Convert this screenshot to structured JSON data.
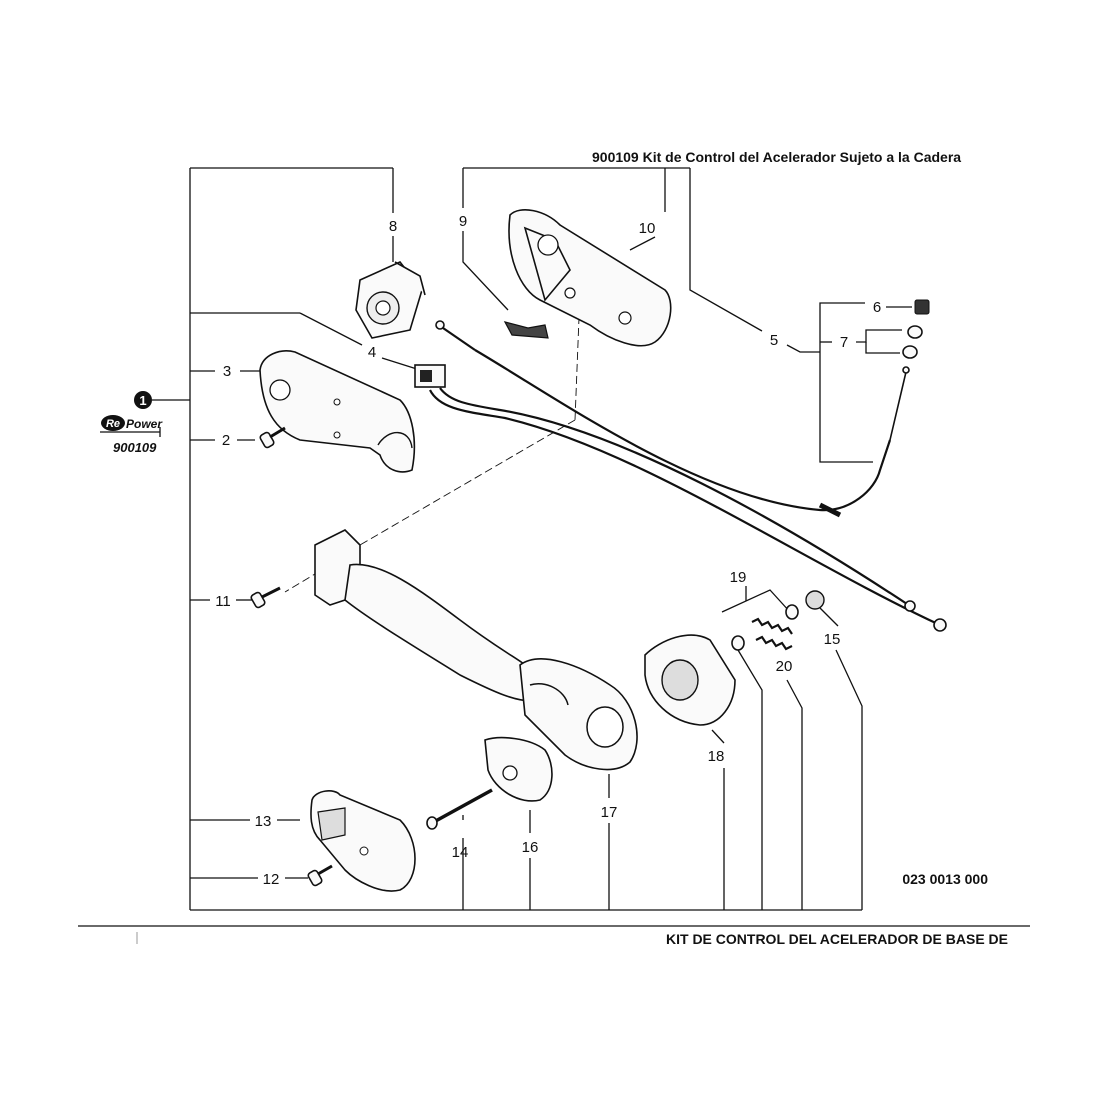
{
  "kit_title_top": "900109 Kit de Control del Acelerador Sujeto a la Cadera",
  "footer_title": "KIT DE CONTROL DEL ACELERADOR DE BASE DE",
  "drawing_number": "023 0013 000",
  "kit": {
    "index": "1",
    "brand_re": "Re",
    "brand_power": "Power",
    "part_number": "900109"
  },
  "callouts": [
    "2",
    "3",
    "4",
    "5",
    "6",
    "7",
    "8",
    "9",
    "10",
    "11",
    "12",
    "13",
    "14",
    "15",
    "16",
    "17",
    "18",
    "19",
    "20"
  ]
}
